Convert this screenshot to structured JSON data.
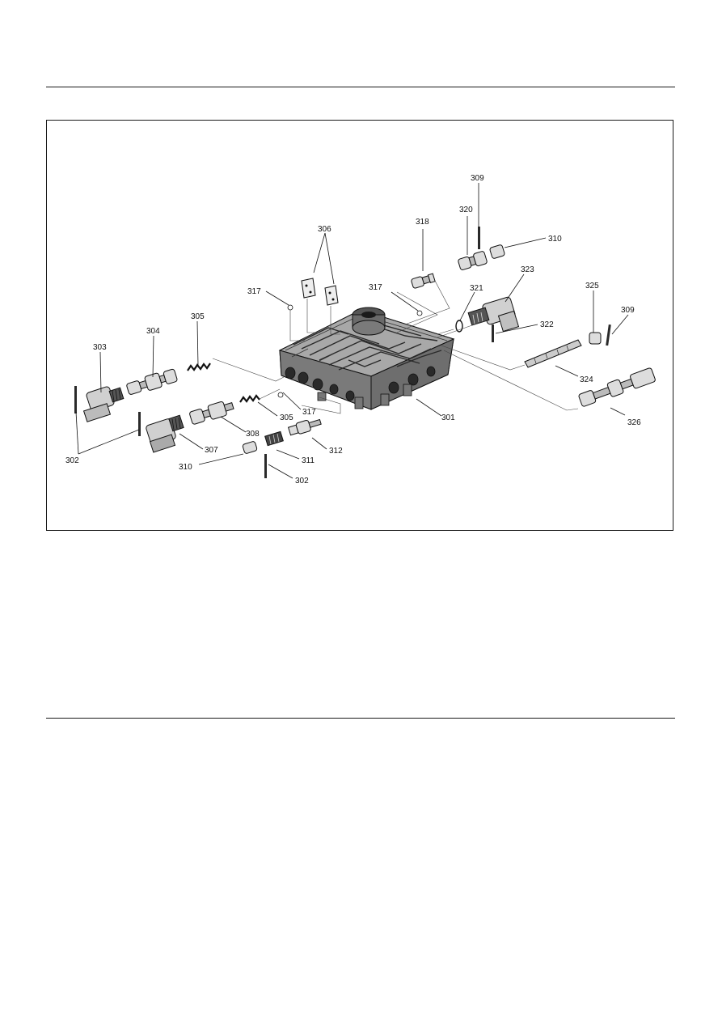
{
  "callouts": {
    "c301": "301",
    "c302a": "302",
    "c302b": "302",
    "c303": "303",
    "c304": "304",
    "c305a": "305",
    "c305b": "305",
    "c306": "306",
    "c307": "307",
    "c308": "308",
    "c309a": "309",
    "c309b": "309",
    "c310a": "310",
    "c310b": "310",
    "c311": "311",
    "c312": "312",
    "c317a": "317",
    "c317b": "317",
    "c317c": "317",
    "c318": "318",
    "c320": "320",
    "c321": "321",
    "c322": "322",
    "c323": "323",
    "c324": "324",
    "c325": "325",
    "c326": "326"
  },
  "colors": {
    "ink": "#111111",
    "body_fill": "#9a9a9a",
    "part_fill": "#d8d8d8",
    "dark": "#2a2a2a"
  }
}
